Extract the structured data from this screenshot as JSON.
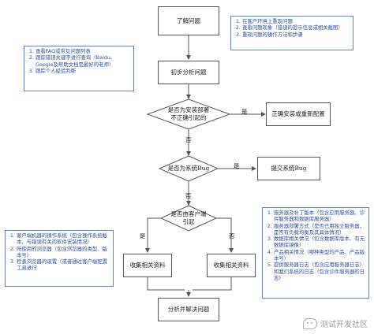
{
  "nodes": {
    "understand": "了解问题",
    "analyze": "初步分析问题",
    "install_q": "是否为安装部署不正确引起的",
    "reinstall": "正确安装或重新配置",
    "bug_q": "是否为系统Bug",
    "submit_bug": "提交系统Bug",
    "client_q": "是否由客户端引起",
    "collect_client": "收集相关资料",
    "collect_server": "收集相关资料",
    "resolve": "分析并解决问题"
  },
  "edge_labels": {
    "install_yes": "是",
    "install_no": "否",
    "bug_yes": "是",
    "bug_no": "否",
    "client_yes": "是",
    "client_no": "否"
  },
  "notes": {
    "understand": [
      "在客户环境上重现问题",
      "查看问题现象（错误的提示信息或相关截图）",
      "重现问题的操作方法和步骤"
    ],
    "analyze": [
      "查看FAQ或常见问题列表",
      "跟踪错误关键字进行查询（Baidu、Google及帮助文档是最好的老师）",
      "跟踪个人经验判断"
    ],
    "client": [
      "客户端机器的操作系统（包含操作系统版本、与错误有关的软件安装情况）",
      "所使用的浏览器（包含浏览器的类型、版本号）",
      "检查浏览器的设置（或者通过客户端配置工具进行"
    ],
    "server": [
      "服务器及补丁版本（包含应用服务器、诊件服务器和数据库服务器）",
      "服务器部署方式（是否已用独立服务器，是否有负载均衡及其具体情况）",
      "数据库相关情况（包含数据库版本、有无数据库镜像）",
      "产品相关情况（哪种类型的产品、产品版本号）",
      "提供服务器日志（包含应用服务器日志）和我们系统的日志（包含诊件服务器的日志）"
    ]
  },
  "watermark": "测试开发社区",
  "colors": {
    "note_border": "#5a83c7",
    "note_text": "#2d4fa0",
    "line": "#555555"
  }
}
